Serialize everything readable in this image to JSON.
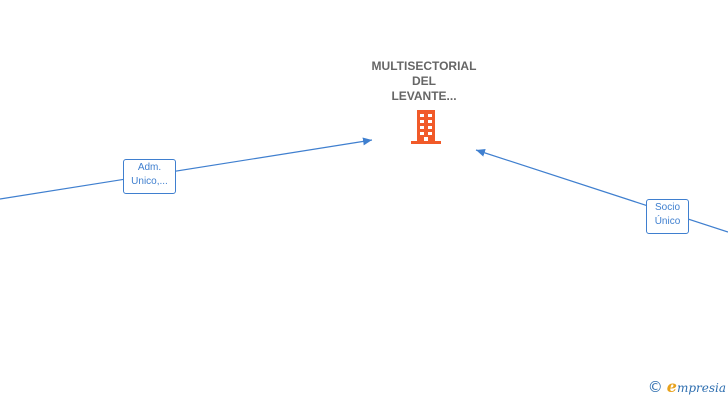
{
  "company": {
    "name_lines": [
      "MULTISECTORIAL",
      "DEL",
      "LEVANTE..."
    ],
    "icon": "building-icon",
    "icon_color": "#f15a29"
  },
  "relations": [
    {
      "label_lines": [
        "Adm.",
        "Unico,..."
      ],
      "direction": "to-company"
    },
    {
      "label_lines": [
        "Socio",
        "Único"
      ],
      "direction": "to-company"
    }
  ],
  "colors": {
    "edge": "#3f7fcf",
    "company_text": "#666666",
    "brand_text": "#2f6fb0",
    "brand_accent": "#e8a21c"
  },
  "footer": {
    "copyright_symbol": "©",
    "brand_initial": "e",
    "brand_rest": "mpresia"
  }
}
